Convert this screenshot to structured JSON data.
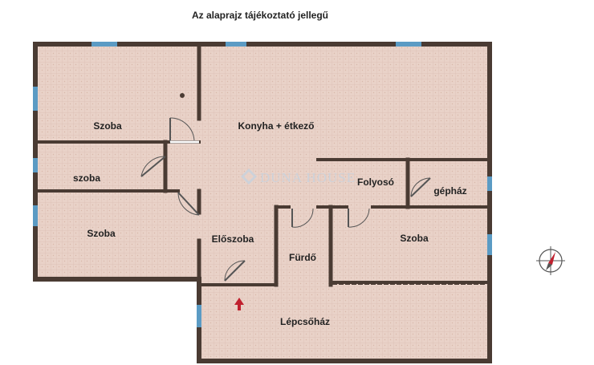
{
  "title": "Az alaprajz tájékoztató jellegű",
  "watermark": "DUNA HOUSE",
  "rooms": {
    "szoba_top": "Szoba",
    "szoba_small": "szoba",
    "szoba_left": "Szoba",
    "konyha": "Konyha + étkező",
    "eloszoba": "Előszoba",
    "furdo": "Fürdő",
    "folyoso": "Folyosó",
    "gephaz": "gépház",
    "szoba_right": "Szoba",
    "lepcsohaz": "Lépcsőház"
  },
  "colors": {
    "wall": "#4a3b33",
    "floor": "#e9d2c8",
    "window": "#5b9bc4",
    "arrow": "#c0202e"
  },
  "icons": {
    "compass": "compass-icon",
    "entrance": "entrance-arrow-icon"
  }
}
